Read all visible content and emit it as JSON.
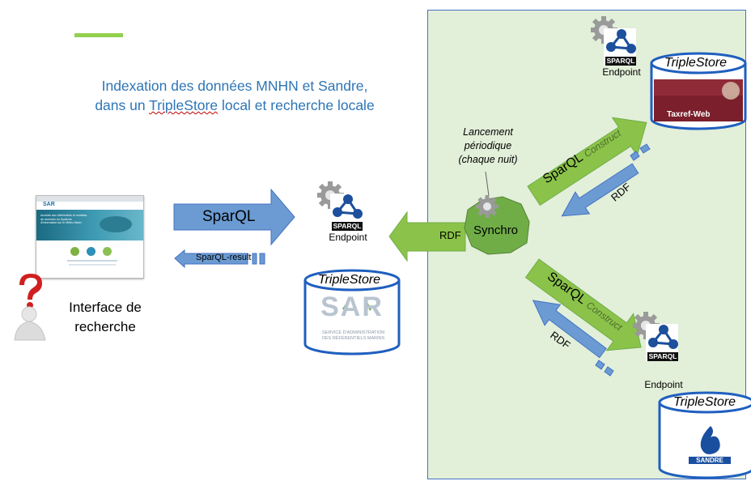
{
  "title": {
    "line1": "Indexation des données MNHN et Sandre,",
    "line2_before": "dans un ",
    "line2_underlined": "TripleStore",
    "line2_after": " local et recherche locale"
  },
  "interface": {
    "label_line1": "Interface de",
    "label_line2": "recherche",
    "thumb_heading": "SAR",
    "thumb_tagline": "Accéder aux référentiels et modèles de données du Système d'information sur le Milieu Marin"
  },
  "arrows": {
    "sparql": "SparQL",
    "sparql_result": "SparQL-result",
    "rdf_left": "RDF",
    "sparql_construct_top_1": "SparQL",
    "sparql_construct_top_2": "Construct",
    "rdf_top": "RDF",
    "sparql_construct_bottom_1": "SparQL",
    "sparql_construct_bottom_2": "Construct",
    "rdf_bottom": "RDF"
  },
  "synchro": {
    "label": "Synchro",
    "schedule_line1": "Lancement",
    "schedule_line2": "périodique",
    "schedule_line3": "(chaque nuit)"
  },
  "sparql_logo_text": "SPARQL",
  "endpoints": {
    "local": "Endpoint",
    "taxref": "Endpoint",
    "sandre": "Endpoint"
  },
  "triplestores": {
    "local": {
      "label": "TripleStore",
      "logo": "SAR",
      "logo_sub1": "SERVICE D'ADMINISTRATION",
      "logo_sub2": "DES RÉFÉRENTIELS MARINS"
    },
    "taxref": {
      "label": "TripleStore",
      "logo": "Taxref-Web"
    },
    "sandre": {
      "label": "TripleStore",
      "logo": "SANDRE"
    }
  },
  "colors": {
    "title_blue": "#2e75b6",
    "panel_green": "#e2efd9",
    "arrow_green": "#70ad47",
    "arrow_blue": "#5b8ccf",
    "cylinder_border": "#1f5fbf",
    "accent_line": "#92d050"
  }
}
